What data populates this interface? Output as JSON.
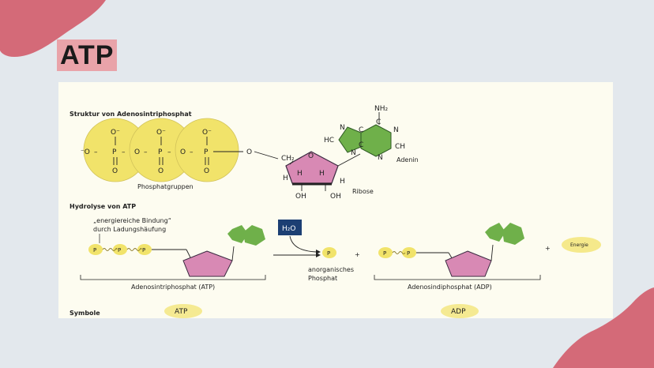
{
  "title": "ATP",
  "colors": {
    "accent_pink": "#d46a78",
    "phosphate_yellow": "#f1e36a",
    "ribose_pink": "#d889b4",
    "adenine_green": "#6fb04a",
    "water_box": "#1c3f73"
  },
  "structure": {
    "heading": "Struktur von Adenosintriphosphat",
    "phosphate_group_label": "Phosphatgruppen",
    "o_minus": "O⁻",
    "minus_o": "⁻O",
    "p": "P",
    "o": "O",
    "dash": "–",
    "ch2": "CH₂",
    "h": "H",
    "oh": "OH",
    "ribose_label": "Ribose",
    "adenine_label": "Adenin",
    "nh2": "NH₂",
    "n": "N",
    "c": "C",
    "hc": "HC",
    "ch": "CH"
  },
  "hydrolysis": {
    "heading": "Hydrolyse von ATP",
    "bond_note_line1": "„energiereiche Bindung“",
    "bond_note_line2": "durch Ladungshäufung",
    "water": "H₂O",
    "p": "P",
    "plus": "+",
    "inorganic_line1": "anorganisches",
    "inorganic_line2": "Phosphat",
    "energy": "Energie",
    "atp_full": "Adenosintriphosphat (ATP)",
    "adp_full": "Adenosindiphosphat (ADP)"
  },
  "symbols": {
    "heading": "Symbole",
    "atp": "ATP",
    "adp": "ADP"
  }
}
